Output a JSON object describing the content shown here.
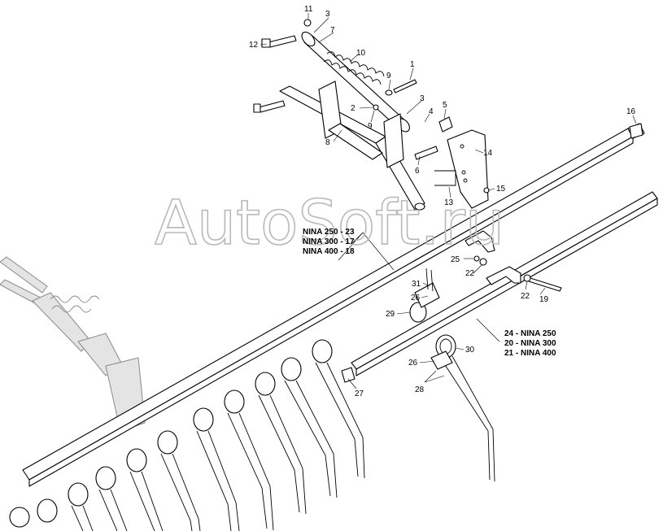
{
  "watermark": "AutoSoft.ru",
  "callouts": [
    {
      "id": "c11",
      "text": "11"
    },
    {
      "id": "c3a",
      "text": "3"
    },
    {
      "id": "c7",
      "text": "7"
    },
    {
      "id": "c12",
      "text": "12"
    },
    {
      "id": "c10",
      "text": "10"
    },
    {
      "id": "c9a",
      "text": "9"
    },
    {
      "id": "c1",
      "text": "1"
    },
    {
      "id": "c3b",
      "text": "3"
    },
    {
      "id": "c2",
      "text": "2"
    },
    {
      "id": "c9b",
      "text": "9"
    },
    {
      "id": "c4",
      "text": "4"
    },
    {
      "id": "c5",
      "text": "5"
    },
    {
      "id": "c8",
      "text": "8"
    },
    {
      "id": "c6",
      "text": "6"
    },
    {
      "id": "c14",
      "text": "14"
    },
    {
      "id": "c16",
      "text": "16"
    },
    {
      "id": "c15",
      "text": "15"
    },
    {
      "id": "c13",
      "text": "13"
    },
    {
      "id": "c25",
      "text": "25"
    },
    {
      "id": "c22a",
      "text": "22"
    },
    {
      "id": "c31",
      "text": "31"
    },
    {
      "id": "c26a",
      "text": "26"
    },
    {
      "id": "c29",
      "text": "29"
    },
    {
      "id": "c22b",
      "text": "22"
    },
    {
      "id": "c19",
      "text": "19"
    },
    {
      "id": "c30",
      "text": "30"
    },
    {
      "id": "c26b",
      "text": "26"
    },
    {
      "id": "c27",
      "text": "27"
    },
    {
      "id": "c28",
      "text": "28"
    }
  ],
  "variants_upper": [
    "NINA 250 - 23",
    "NINA 300 - 17",
    "NINA 400 - 18"
  ],
  "variants_lower": [
    "24 - NINA 250",
    "20 - NINA 300",
    "21 - NINA 400"
  ]
}
